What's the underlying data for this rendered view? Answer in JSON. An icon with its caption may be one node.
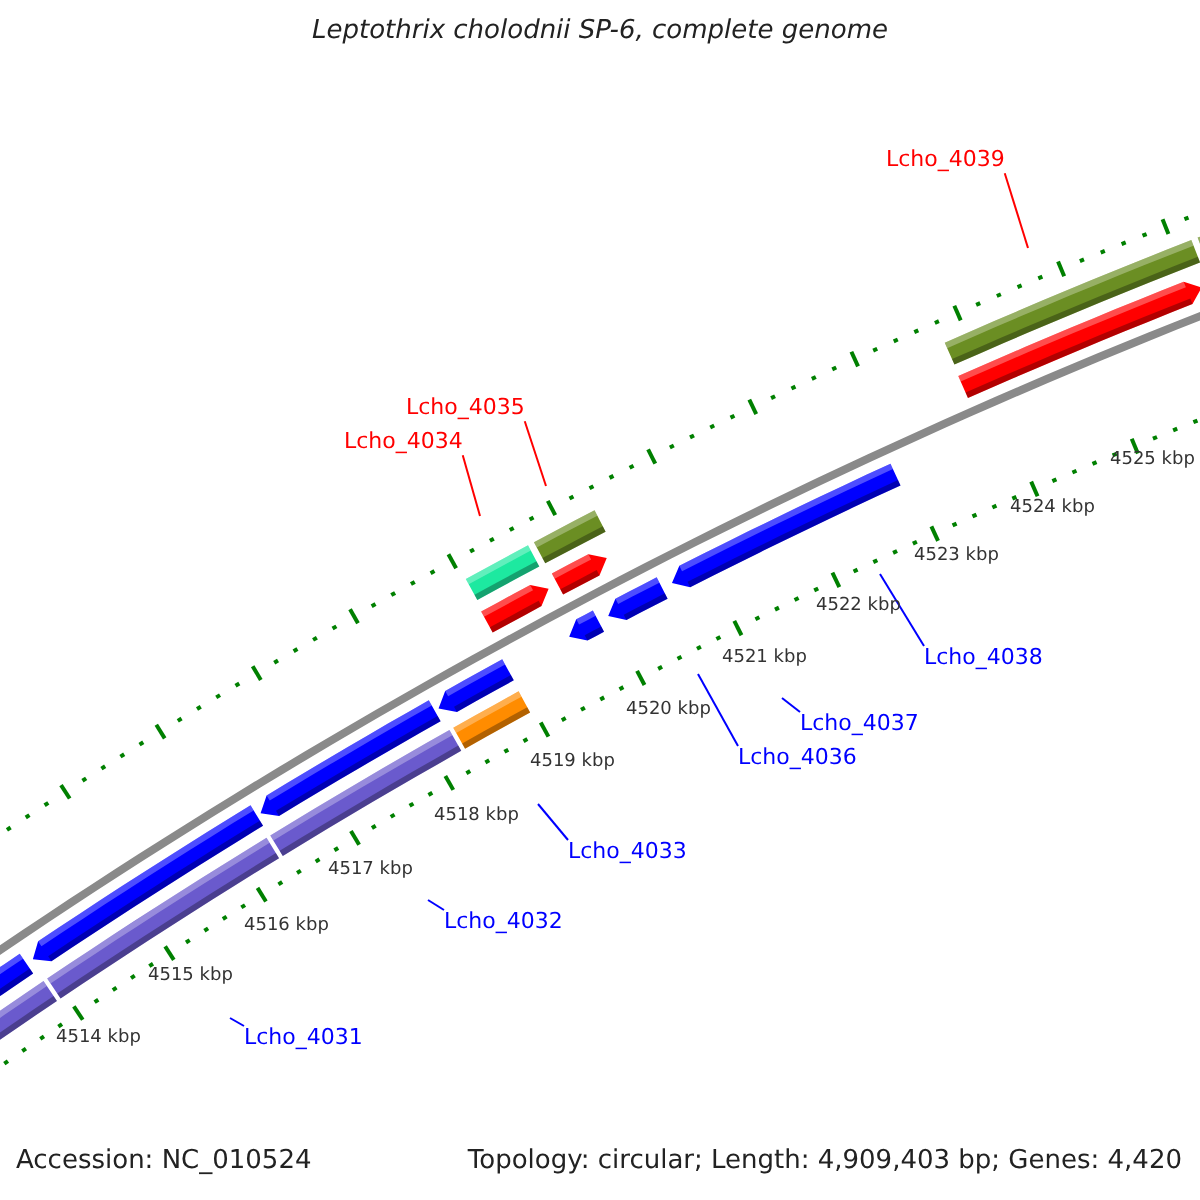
{
  "diagram": {
    "title": "Leptothrix cholodnii SP-6, complete genome",
    "nodes": [
      {
        "text": [
          "Lcho_4039"
        ]
      },
      {
        "text": [
          "Lcho_4035"
        ]
      },
      {
        "text": [
          "Lcho_4034"
        ]
      },
      {
        "text": [
          "Lcho_4038"
        ]
      },
      {
        "text": [
          "Lcho_4037"
        ]
      },
      {
        "text": [
          "Lcho_4036"
        ]
      },
      {
        "text": [
          "Lcho_4033"
        ]
      },
      {
        "text": [
          "Lcho_4032"
        ]
      },
      {
        "text": [
          "Lcho_4031"
        ]
      }
    ],
    "edges": [
      {
        "from": 0,
        "to": null,
        "arrow": "none",
        "color": "#ff0000"
      },
      {
        "from": 1,
        "to": null,
        "arrow": "none",
        "color": "#ff0000"
      },
      {
        "from": 2,
        "to": null,
        "arrow": "none",
        "color": "#ff0000"
      },
      {
        "from": 3,
        "to": null,
        "arrow": "none"
      },
      {
        "from": 4,
        "to": null,
        "arrow": "none"
      },
      {
        "from": 5,
        "to": null,
        "arrow": "none"
      },
      {
        "from": 6,
        "to": null,
        "arrow": "none"
      },
      {
        "from": 7,
        "to": null,
        "arrow": "none"
      },
      {
        "from": 8,
        "to": null,
        "arrow": "none"
      }
    ],
    "labels": [
      "4525 kbp",
      "4524 kbp",
      "4523 kbp",
      "4522 kbp",
      "4521 kbp",
      "4520 kbp",
      "4519 kbp",
      "4518 kbp",
      "4517 kbp",
      "4516 kbp",
      "4515 kbp",
      "4514 kbp",
      "Accession: NC_010524",
      "Topology: circular; Length: 4,909,403 bp; Genes: 4,420"
    ]
  }
}
